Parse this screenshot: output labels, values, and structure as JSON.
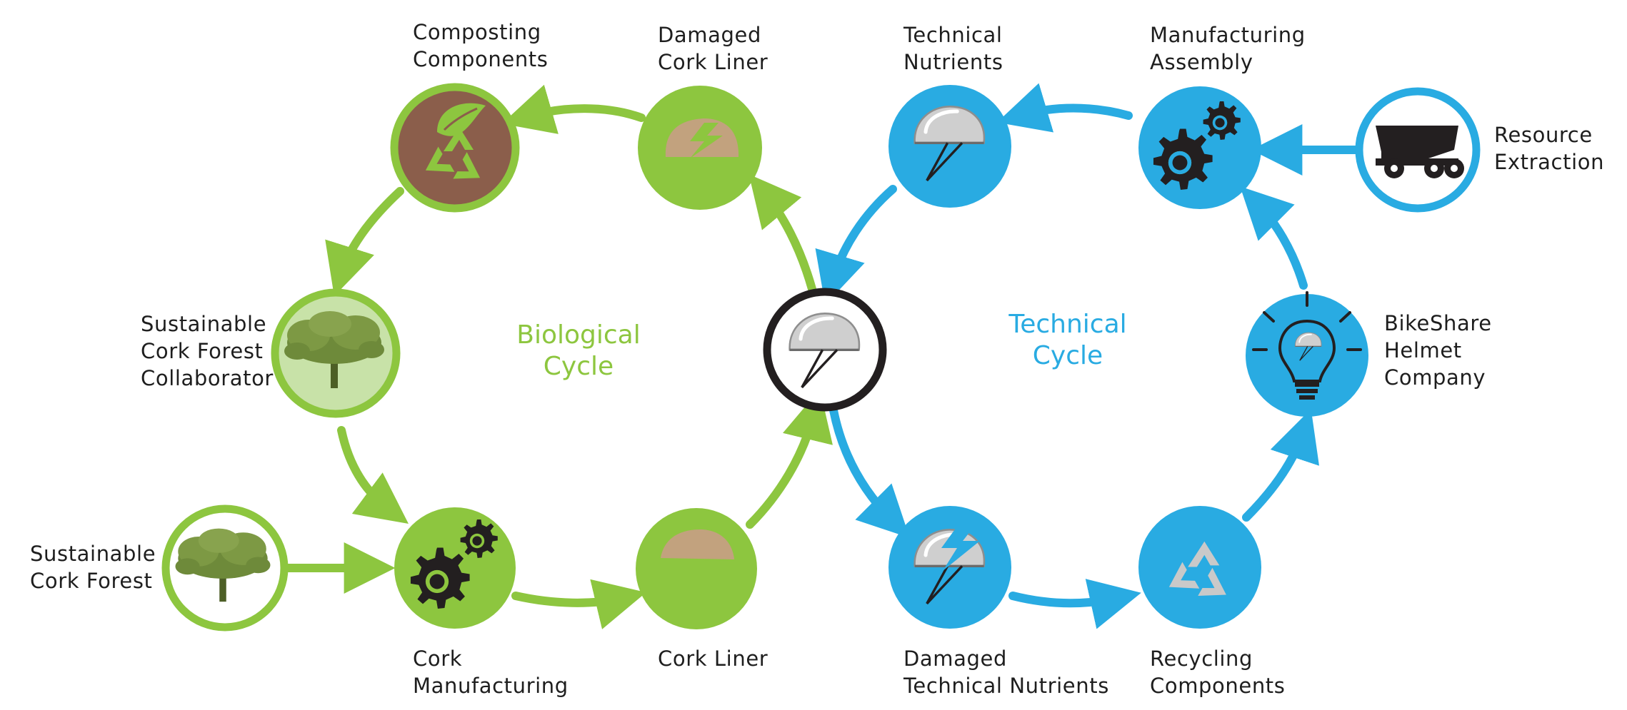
{
  "colors": {
    "biological": "#8dc63f",
    "technical": "#29abe2",
    "compost_brown": "#8b5e4b",
    "tree_green": "#6e8a3a",
    "light_green": "#c8e2a8",
    "cork": "#c2a27e",
    "helmet_silver": "#c9c9c9",
    "dark": "#231f20"
  },
  "cycles": {
    "biological": [
      "Biological",
      "Cycle"
    ],
    "technical": [
      "Technical",
      "Cycle"
    ]
  },
  "nodes": {
    "sustainable_cork_forest": {
      "label": [
        "Sustainable",
        "Cork Forest"
      ],
      "icon": "tree-icon"
    },
    "collaborator": {
      "label": [
        "Sustainable",
        "Cork Forest",
        "Collaborator"
      ],
      "icon": "tree-icon"
    },
    "composting": {
      "label": [
        "Composting",
        "Components"
      ],
      "icon": "compost-recycle-icon"
    },
    "damaged_cork_liner": {
      "label": [
        "Damaged",
        "Cork Liner"
      ],
      "icon": "damaged-cork-icon"
    },
    "cork_manufacturing": {
      "label": [
        "Cork",
        "Manufacturing"
      ],
      "icon": "gears-icon"
    },
    "cork_liner": {
      "label": [
        "Cork Liner"
      ],
      "icon": "cork-liner-icon"
    },
    "helmet": {
      "label": [],
      "icon": "helmet-icon"
    },
    "technical_nutrients": {
      "label": [
        "Technical",
        "Nutrients"
      ],
      "icon": "helmet-icon"
    },
    "manufacturing_assembly": {
      "label": [
        "Manufacturing",
        "Assembly"
      ],
      "icon": "gears-icon"
    },
    "resource_extraction": {
      "label": [
        "Resource",
        "Extraction"
      ],
      "icon": "dump-truck-icon"
    },
    "bikeshare": {
      "label": [
        "BikeShare",
        "Helmet",
        "Company"
      ],
      "icon": "lightbulb-icon"
    },
    "damaged_technical": {
      "label": [
        "Damaged",
        "Technical Nutrients"
      ],
      "icon": "damaged-helmet-icon"
    },
    "recycling": {
      "label": [
        "Recycling",
        "Components"
      ],
      "icon": "recycle-icon"
    }
  }
}
